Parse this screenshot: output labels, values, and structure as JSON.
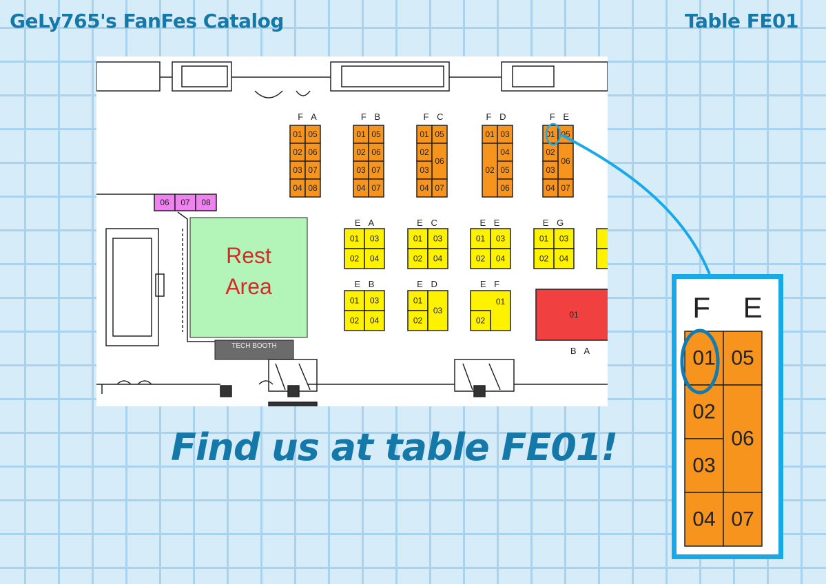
{
  "header": {
    "catalog_title": "GeLy765's FanFes Catalog",
    "table_title": "Table FE01"
  },
  "tagline": "Find us at table FE01!",
  "colors": {
    "orange_table": "#f7941d",
    "yellow_table": "#fff200",
    "pink_table": "#ee82ee",
    "red_table": "#f04040",
    "rest_area": "#b3f5b8",
    "highlight": "#1aa9e8",
    "title_blue": "#1478a8"
  },
  "map": {
    "rest_area_label_1": "Rest",
    "rest_area_label_2": "Area",
    "tech_booth": "TECH BOOTH",
    "row_labels": {
      "FA": "F A",
      "FB": "F B",
      "FC": "F C",
      "FD": "F D",
      "FE": "F E",
      "EA": "E A",
      "EC": "E C",
      "EE": "E E",
      "EG": "E G",
      "EB": "E B",
      "ED": "E D",
      "EF": "E F",
      "BA": "B A"
    },
    "pink_tables": [
      "06",
      "07",
      "08"
    ],
    "fa_tables": [
      "01",
      "05",
      "02",
      "06",
      "03",
      "07",
      "04",
      "08"
    ],
    "fb_tables": [
      "01",
      "05",
      "02",
      "06",
      "03",
      "07",
      "04",
      "07"
    ],
    "fc_tables": [
      "01",
      "05",
      "02",
      "06",
      "03",
      "04",
      "07"
    ],
    "fd_tables": [
      "01",
      "03",
      "04",
      "02",
      "05",
      "06"
    ],
    "fe_tables": [
      "01",
      "05",
      "02",
      "06",
      "03",
      "04",
      "07"
    ],
    "ea_tables": [
      "01",
      "03",
      "02",
      "04"
    ],
    "ec_tables": [
      "01",
      "03",
      "02",
      "04"
    ],
    "ee_tables": [
      "01",
      "03",
      "02",
      "04"
    ],
    "eg_tables": [
      "01",
      "03",
      "02",
      "04"
    ],
    "eb_tables": [
      "01",
      "03",
      "02",
      "04"
    ],
    "ed_tables": [
      "01",
      "02",
      "03"
    ],
    "ef_tables": [
      "01",
      "02"
    ],
    "ba_tables": [
      "01"
    ]
  },
  "zoom": {
    "label": "F E",
    "tables": [
      "01",
      "05",
      "02",
      "06",
      "03",
      "04",
      "07"
    ]
  }
}
